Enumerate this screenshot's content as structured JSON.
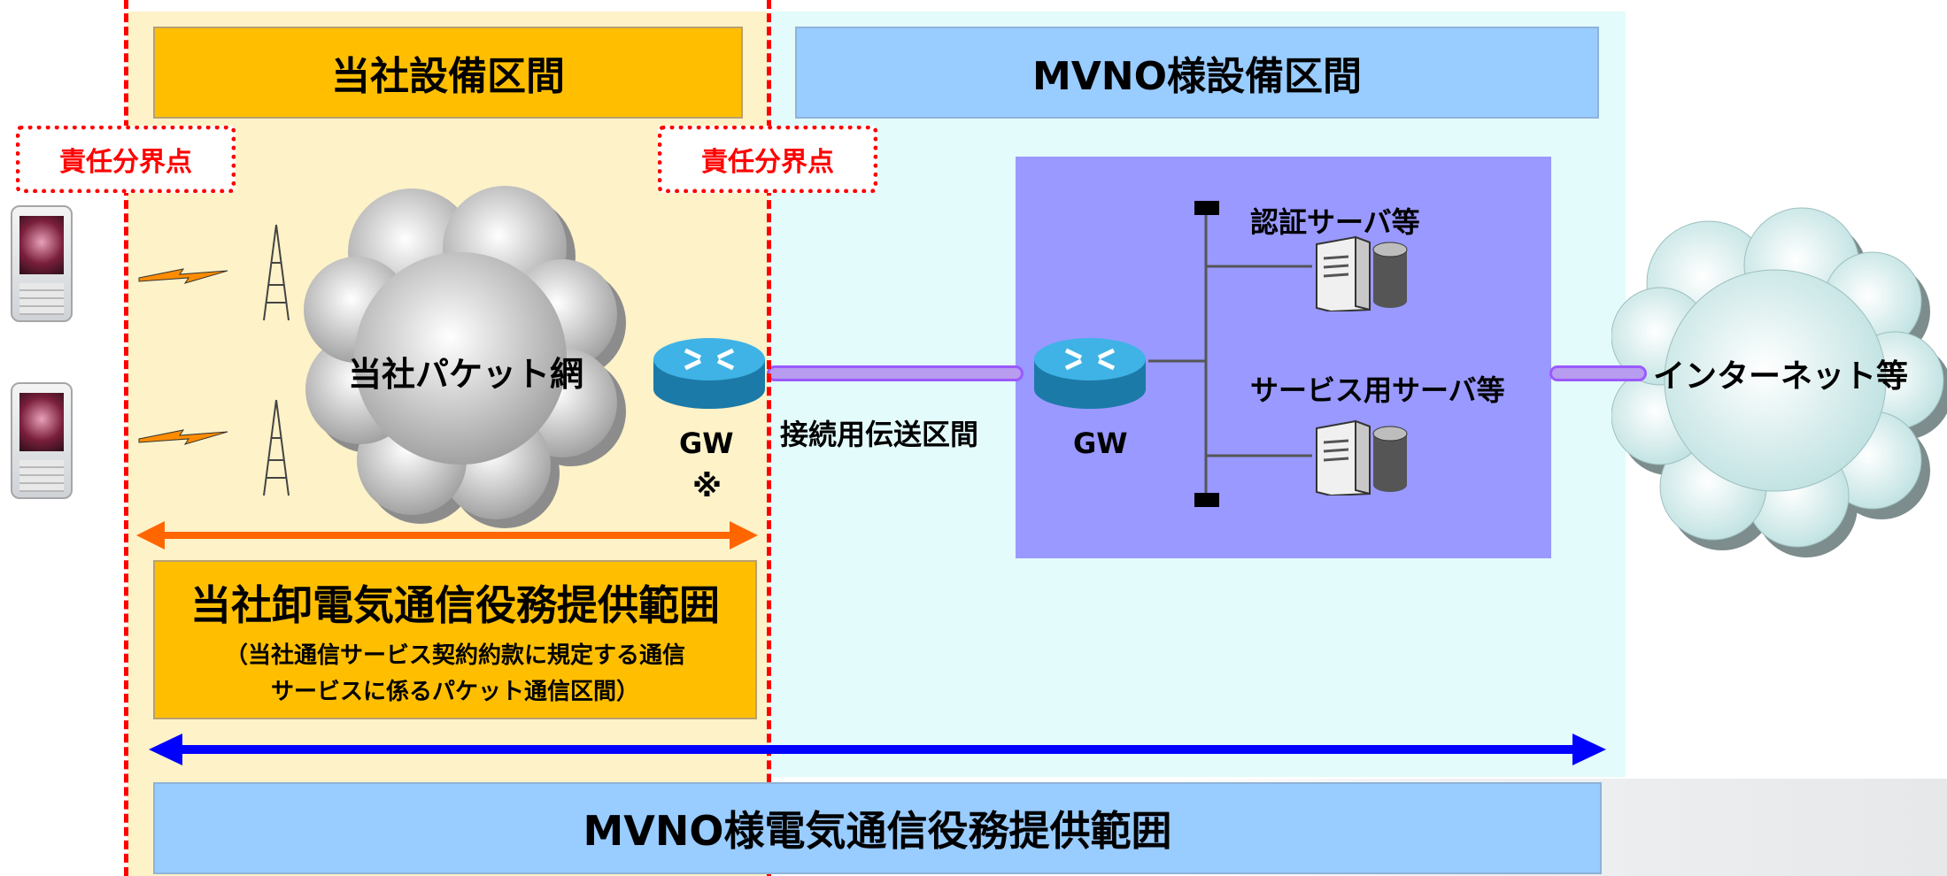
{
  "headers": {
    "company_section": "当社設備区間",
    "mvno_section": "MVNO様設備区間"
  },
  "boundary_points": {
    "left": "責任分界点",
    "right": "責任分界点"
  },
  "network": {
    "packet_network": "当社パケット網",
    "gw_company": "GW",
    "gw_note_mark": "※",
    "transmission_section": "接続用伝送区間",
    "gw_mvno": "GW",
    "auth_server": "認証サーバ等",
    "service_server": "サービス用サーバ等",
    "internet": "インターネット等"
  },
  "ranges": {
    "company_title": "当社卸電気通信役務提供範囲",
    "company_note_line1": "（当社通信サービス契約約款に規定する通信",
    "company_note_line2": "サービスに係るパケット通信区間）",
    "mvno_title": "MVNO様電気通信役務提供範囲"
  },
  "colors": {
    "orange_header": "#ffbf00",
    "blue_header": "#99ccff",
    "boundary_red": "#ff0000",
    "arrow_orange": "#ff6600",
    "arrow_blue": "#0000ff",
    "server_panel": "#9999ff",
    "transmission_pipe": "#b89cf0"
  },
  "icons": [
    "mobile-phone-icon",
    "lightning-icon",
    "antenna-tower-icon",
    "cloud-icon",
    "router-icon",
    "server-icon",
    "database-icon"
  ]
}
